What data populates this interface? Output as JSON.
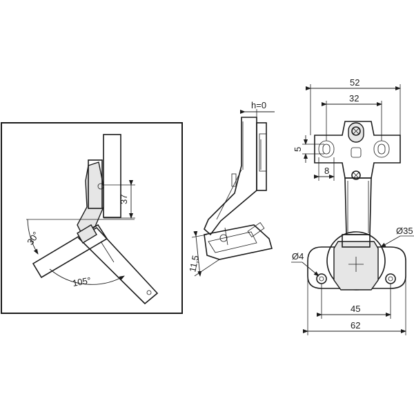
{
  "dimensions": {
    "width_top": "52",
    "hole_spacing_top": "32",
    "slot_height": "5",
    "slot_offset": "8",
    "cup_diameter": "Ø35",
    "screw_hole": "Ø4",
    "base_hole_spacing": "45",
    "base_width": "62",
    "overlay": "h=0",
    "cup_depth": "11,5",
    "distance": "37",
    "angle_small": "30°",
    "angle_open": "105°"
  }
}
